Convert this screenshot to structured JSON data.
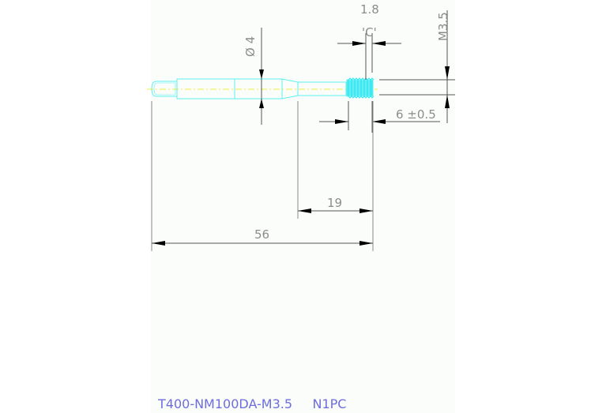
{
  "drawing": {
    "part_number": "T400-NM100DA-M3.5",
    "quantity_code": "N1PC",
    "colors": {
      "background": "#fbfdfb",
      "outline": "#5ff0f0",
      "thread_fill": "#3ee8f0",
      "centerline": "#f0f040",
      "dimension_line": "#6a6a6a",
      "dimension_text": "#8c8c8c",
      "title_text": "#6d6ddc"
    },
    "dimensions": {
      "overall_length": "56",
      "neck_length": "19",
      "shank_diameter": "Ø 4",
      "thread_chamfer": "1.8",
      "chamfer_label": "'C'",
      "thread_length": "6  ±0.5",
      "thread_size": "M3.5"
    }
  }
}
